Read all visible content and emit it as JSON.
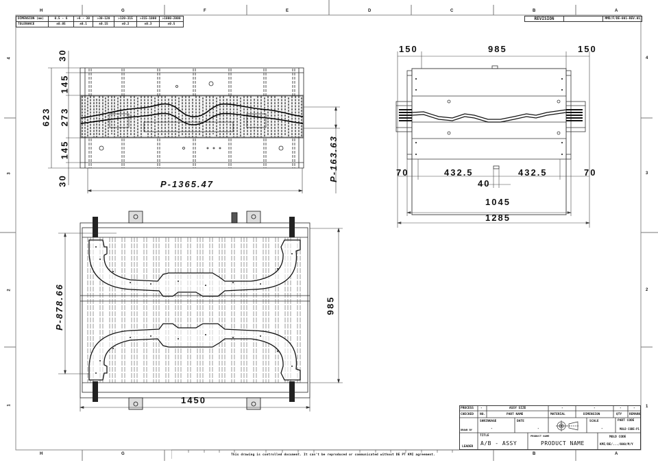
{
  "drawing": {
    "type": "mold assembly engineering drawing",
    "border_columns_top": [
      "H",
      "G",
      "F",
      "E",
      "D",
      "C",
      "B",
      "A"
    ],
    "border_columns_bottom": [
      "H",
      "G",
      "B",
      "A"
    ],
    "border_rows": [
      "4",
      "3",
      "2",
      "1"
    ]
  },
  "tolerance_table": {
    "row_labels": [
      "DIMENSION (mm)",
      "TOLERANCE"
    ],
    "ranges": [
      "0.5 - 6",
      ">6 - 30",
      ">30-120",
      ">120-315",
      ">315-1000",
      ">1000-2000"
    ],
    "tolerances": [
      "±0.05",
      "±0.1",
      "±0.15",
      "±0.2",
      "±0.3",
      "±0.5"
    ]
  },
  "revision_block": {
    "label": "REVISION",
    "value": "",
    "doc_code": "MMD/F/DE-001-REV.01"
  },
  "top_view": {
    "dim_total_height": "623",
    "dim_segments": [
      "30",
      "145",
      "273",
      "145",
      "30"
    ],
    "dim_width": "P-1365.47",
    "dim_right": "P-163.63"
  },
  "side_view": {
    "dim_top": [
      "150",
      "985",
      "150"
    ],
    "dim_bottom_row": [
      "70",
      "432.5",
      "432.5",
      "70"
    ],
    "dim_center": "40",
    "dim_1045": "1045",
    "dim_1285": "1285"
  },
  "plan_view": {
    "dim_left": "P-878.66",
    "dim_right": "985",
    "dim_bottom": "1450"
  },
  "title_block": {
    "process_label": "PROCESS",
    "checked_label": "CHECKED",
    "drawn_label": "DRAWN BY",
    "leader_label": "LEADER",
    "row1": {
      "no": "-",
      "part_name": "ASSY SIZE",
      "material": "-",
      "dimension": "-",
      "qty": "-",
      "remark": "-"
    },
    "row2": {
      "no": "NO.",
      "part_name": "PART NAME",
      "material": "MATERIAL",
      "dimension": "DIMENSION",
      "qty": "QTY",
      "remark": "REMARK"
    },
    "shrinkage_label": "SHRINKAGE",
    "shrinkage_value": "-",
    "date_label": "DATE",
    "date_value": "-",
    "scale_label": "SCALE",
    "scale_value": "-",
    "part_code_label": "PART CODE",
    "part_code_value": "MOLD CODE-P1",
    "title_label": "TITLE",
    "title_value": "A/B - ASSY",
    "product_name_label": "PRODUCT NAME",
    "product_name_value": "PRODUCT NAME",
    "mold_code_label": "MOLD CODE",
    "mold_code_value": "KMI/DE/.../000/M/Y",
    "projection_icon": "first-angle-projection-icon"
  },
  "footer": {
    "notice": "This drawing is controlled document. It can't be reproduced or communicated without DE PT KMI agreement."
  },
  "colors": {
    "line": "#222222",
    "border": "#8a8a8a",
    "background": "#ffffff"
  }
}
